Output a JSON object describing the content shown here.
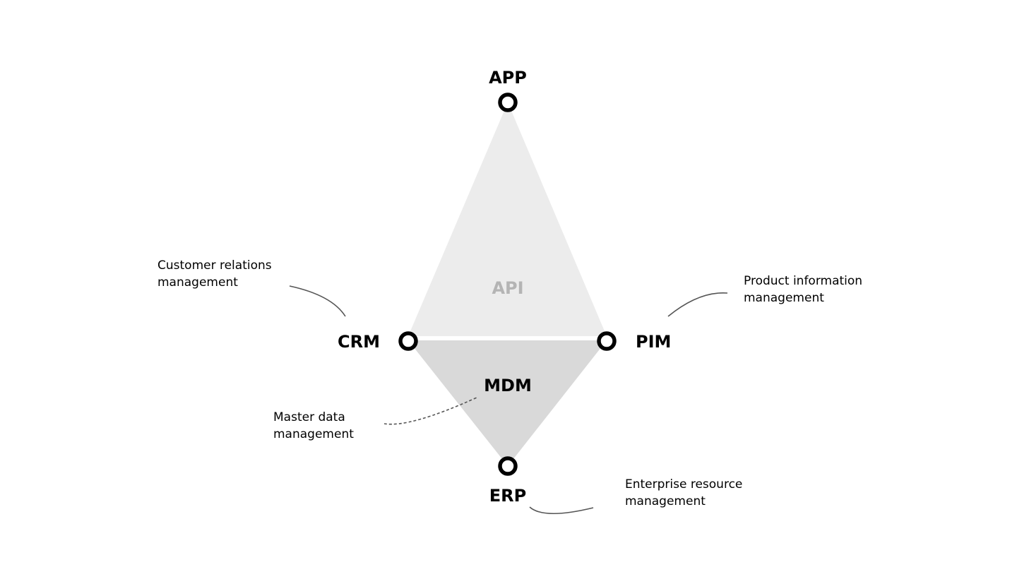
{
  "nodes": {
    "app": "APP",
    "crm": "CRM",
    "pim": "PIM",
    "erp": "ERP"
  },
  "regions": {
    "api": "API",
    "mdm": "MDM"
  },
  "descriptions": {
    "crm": [
      "Customer relations",
      "management"
    ],
    "pim": [
      "Product information",
      "management"
    ],
    "mdm": [
      "Master data",
      "management"
    ],
    "erp": [
      "Enterprise resource",
      "management"
    ]
  },
  "colors": {
    "api_fill": "#ececec",
    "api_text": "#b4b4b4",
    "mdm_fill": "#d9d9d9",
    "node_stroke": "#000000",
    "connector": "#555555"
  }
}
